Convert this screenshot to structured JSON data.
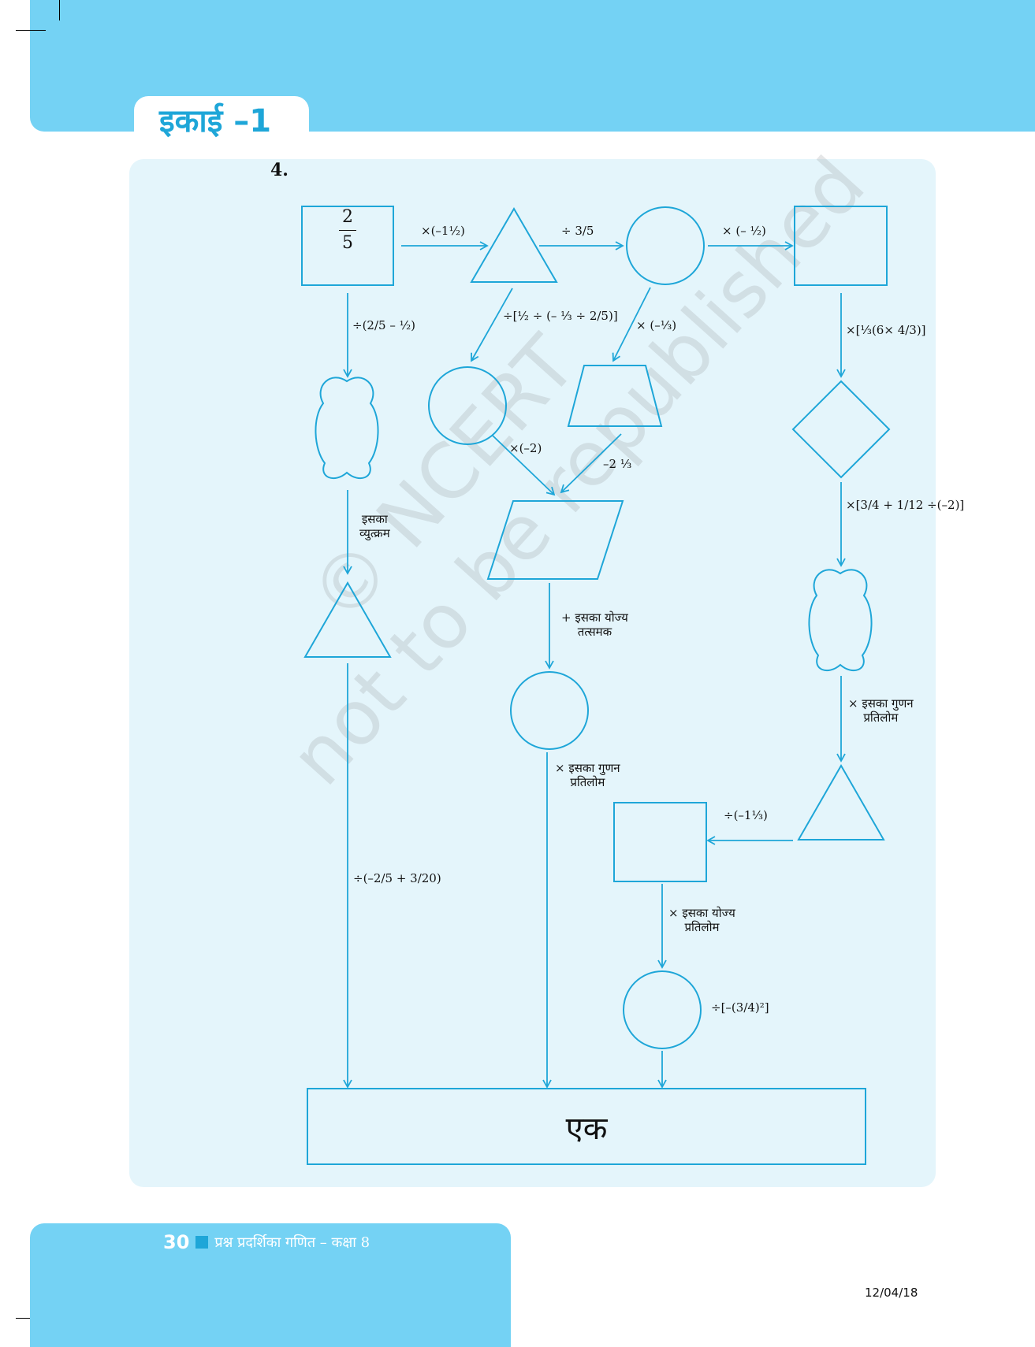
{
  "header": {
    "unit_title": "इकाई –1"
  },
  "question": {
    "number": "4."
  },
  "start_value": {
    "numerator": "2",
    "denominator": "5"
  },
  "final_box": {
    "text": "एक"
  },
  "operations": {
    "op_a": "×(–1½)",
    "op_b": "÷ 3/5",
    "op_c": "× (– ½)",
    "op_d": "÷(2/5 – ½)",
    "op_e": "÷[½ ÷ (– ⅓ ÷ 2/5)]",
    "op_f": "× (–⅓)",
    "op_g": "×[⅓(6× 4/3)]",
    "op_h": "×(–2)",
    "op_i": "–2 ⅓",
    "op_j": "×[3/4 + 1/12 ÷(–2)]",
    "op_k": "इसका\nव्युत्क्रम",
    "op_l": "+ इसका योज्य\nतत्समक",
    "op_m": "× इसका गुणन\nप्रतिलोम",
    "op_n": "× इसका गुणन\nप्रतिलोम",
    "op_o": "÷(–1⅓)",
    "op_p": "÷(–2/5 + 3/20)",
    "op_q": "× इसका योज्य\nप्रतिलोम",
    "op_r": "÷[–(3/4)²]"
  },
  "watermark": {
    "line1": "© NCERT",
    "line2": "not to be republished"
  },
  "footer": {
    "page_number": "30",
    "book_title": "प्रश्न प्रदर्शिका गणित – कक्षा 8",
    "date": "12/04/18"
  },
  "colors": {
    "band": "#74d2f4",
    "panel": "#e4f5fb",
    "stroke": "#1ea6d8"
  }
}
